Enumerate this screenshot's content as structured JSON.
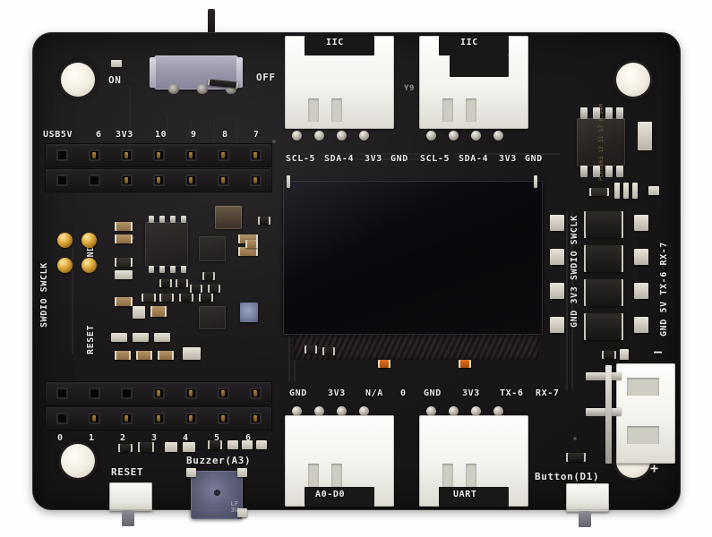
{
  "board": {
    "name": "seeed-grove-expansion-board",
    "substrate_color": "#1a1819",
    "silkscreen_color": "#e9e9ea",
    "connector_color": "#f5f3ef",
    "pad_color": "#c8923f"
  },
  "power_switch": {
    "on_label": "ON",
    "off_label": "OFF",
    "state": "OFF"
  },
  "top_header": {
    "labels": [
      "USB5V",
      "6",
      "3V3",
      "10",
      "9",
      "8",
      "7"
    ]
  },
  "bottom_header": {
    "labels": [
      "0",
      "1",
      "2",
      "3",
      "4",
      "5",
      "6"
    ]
  },
  "grove_connectors": [
    {
      "name": "iic-left",
      "title": "IIC",
      "pins": [
        "SCL-5",
        "SDA-4",
        "3V3",
        "GND"
      ]
    },
    {
      "name": "iic-right",
      "title": "IIC",
      "pins": [
        "SCL-5",
        "SDA-4",
        "3V3",
        "GND"
      ]
    },
    {
      "name": "analog-digital",
      "title": "A0-D0",
      "pins": [
        "GND",
        "3V3",
        "N/A",
        "0"
      ]
    },
    {
      "name": "uart",
      "title": "UART",
      "pins": [
        "GND",
        "3V3",
        "TX-6",
        "RX-7"
      ]
    }
  ],
  "edge_labels": {
    "left_swd": "SWDIO SWCLK",
    "left_gnd": "GND",
    "left_reset": "RESET",
    "right_swd": "GND 3V3 SWDIO SWCLK",
    "right_uart": "GND 5V TX-6 RX-7"
  },
  "components": {
    "buzzer_label": "Buzzer(A3)",
    "reset_label": "RESET",
    "button_label": "Button(D1)",
    "chip_marking": "PCR8563 12 11 17 0.94M",
    "pcb_code": "Y9",
    "battery_plus": "+",
    "battery_minus": "–"
  },
  "display": {
    "name": "oled-screen",
    "state": "off",
    "color": "#0a080c"
  }
}
